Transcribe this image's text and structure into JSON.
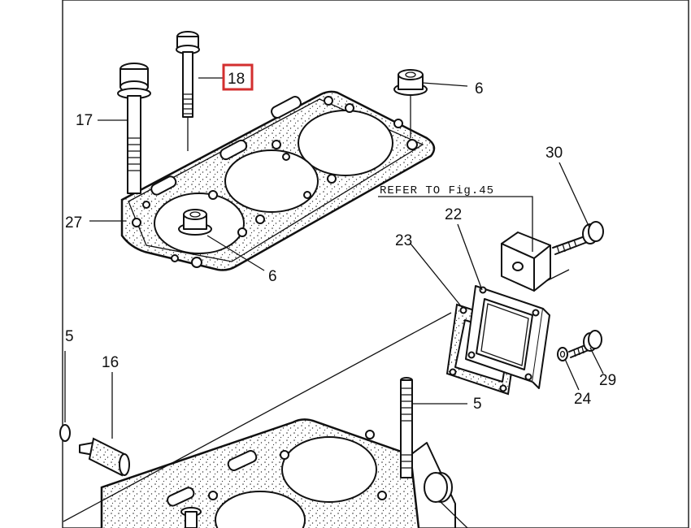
{
  "parts": [
    {
      "id": "p17",
      "label": "17"
    },
    {
      "id": "p18",
      "label": "18",
      "highlighted": true
    },
    {
      "id": "p6a",
      "label": "6"
    },
    {
      "id": "p27",
      "label": "27"
    },
    {
      "id": "p6b",
      "label": "6"
    },
    {
      "id": "p30",
      "label": "30"
    },
    {
      "id": "p22",
      "label": "22"
    },
    {
      "id": "p23",
      "label": "23"
    },
    {
      "id": "p5a",
      "label": "5"
    },
    {
      "id": "p16",
      "label": "16"
    },
    {
      "id": "p29",
      "label": "29"
    },
    {
      "id": "p24",
      "label": "24"
    },
    {
      "id": "p5b",
      "label": "5"
    }
  ],
  "reference_note": "REFER TO Fig.45",
  "colors": {
    "line": "#111111",
    "highlight_box": "#d32f2f",
    "background": "#ffffff"
  }
}
